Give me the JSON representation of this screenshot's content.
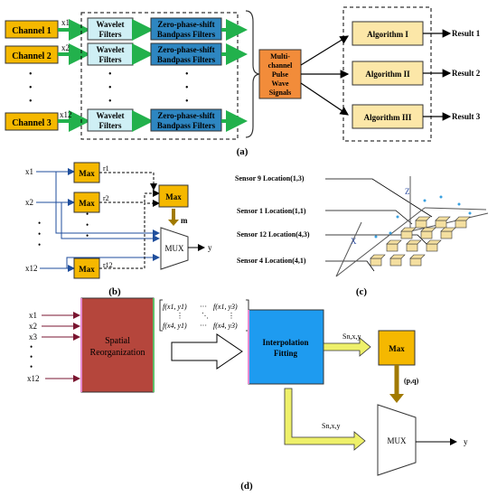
{
  "panel_a": {
    "caption": "(a)",
    "channels": [
      {
        "label": "Channel 1",
        "signal": "x1"
      },
      {
        "label": "Channel 2",
        "signal": "x2"
      },
      {
        "label": "Channel 3",
        "signal": "x12"
      }
    ],
    "ellipsis": "•",
    "wavelet_label_1": "Wavelet",
    "wavelet_label_2": "Filters",
    "bandpass_label_1": "Zero-phase-shift",
    "bandpass_label_2": "Bandpass Filters",
    "multichannel": [
      "Multi-",
      "channel",
      "Pulse",
      "Wave",
      "Signals"
    ],
    "algorithms": [
      "Algorithm I",
      "Algorithm II",
      "Algorithm III"
    ],
    "results": [
      "Result 1",
      "Result 2",
      "Result 3"
    ]
  },
  "panel_b": {
    "caption": "(b)",
    "inputs": [
      "x1",
      "x2",
      "x12"
    ],
    "max_label": "Max",
    "outputs": [
      "r1",
      "r2",
      "r12"
    ],
    "m_label": "m",
    "mux_label": "MUX",
    "y_label": "y"
  },
  "panel_c": {
    "caption": "(c)",
    "sensors": [
      "Sensor 9   Location(1,3)",
      "Sensor 1   Location(1,1)",
      "Sensor 12 Location(4,3)",
      "Sensor 4   Location(4,1)"
    ],
    "axis_x": "X",
    "axis_z": "Z"
  },
  "panel_d": {
    "caption": "(d)",
    "inputs": [
      "x1",
      "x2",
      "x3",
      "x12"
    ],
    "spatial_1": "Spatial",
    "spatial_2": "Reorganization",
    "matrix_r1c1": "f(x1, y1)",
    "matrix_r1c2": "f(x1, y3)",
    "matrix_r2c1": "f(x4, y1)",
    "matrix_r2c2": "f(x4, y3)",
    "matrix_hdots": "···",
    "matrix_vdots": "⋮",
    "matrix_ddots": "⋱",
    "interp_1": "Interpolation",
    "interp_2": "Fitting",
    "s_label": "Sn,x,y",
    "max_label": "Max",
    "pq_label": "(p,q)",
    "mux_label": "MUX",
    "y_label": "y"
  },
  "colors": {
    "channel_fill": "#F5B800",
    "filter_fill": "#CFEFF5",
    "bandpass_fill": "#2E86C1",
    "multichannel_fill": "#F28C3A",
    "algorithm_fill": "#FCE7A8",
    "green_arrow": "#22B14C",
    "spatial_fill": "#B5463C",
    "interp_fill": "#1E9BF0",
    "yellow_arrow": "#EEF06A"
  }
}
